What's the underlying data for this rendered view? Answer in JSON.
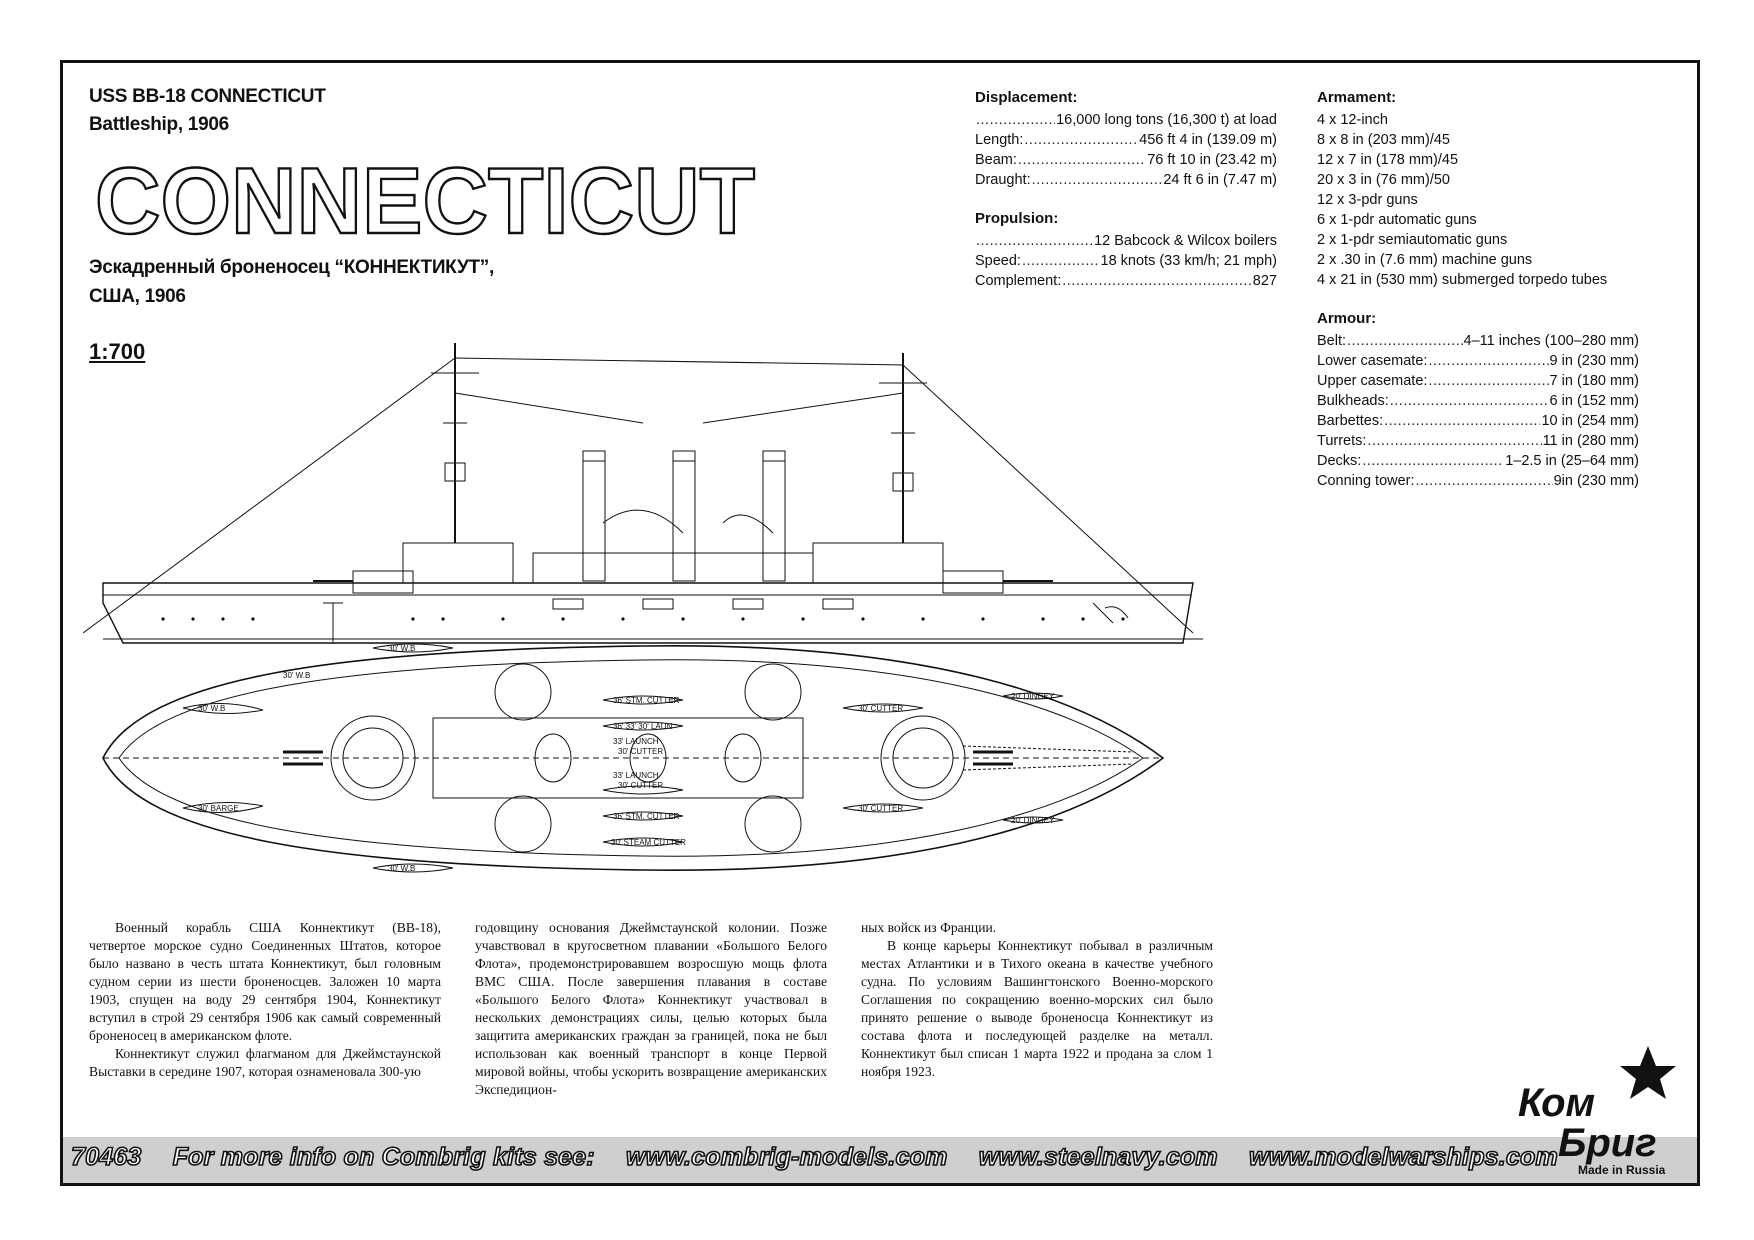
{
  "header": {
    "line1": "USS BB-18 CONNECTICUT",
    "line2": "Battleship, 1906",
    "big_name": "CONNECTICUT",
    "ru_line1": "Эскадренный броненосец “КОННЕКТИКУТ”,",
    "ru_line2": "США, 1906",
    "scale": "1:700"
  },
  "specs": {
    "displacement_h": "Displacement:",
    "displacement_rows": [
      {
        "label": "",
        "value": "16,000 long tons (16,300 t) at load"
      },
      {
        "label": "Length:",
        "value": "456 ft 4 in (139.09 m)"
      },
      {
        "label": "Beam:",
        "value": "76 ft 10 in (23.42 m)"
      },
      {
        "label": "Draught:",
        "value": "24 ft 6 in (7.47 m)"
      }
    ],
    "propulsion_h": "Propulsion:",
    "propulsion_rows": [
      {
        "label": "",
        "value": "12 Babcock & Wilcox boilers"
      },
      {
        "label": "Speed:",
        "value": "18 knots (33 km/h; 21 mph)"
      },
      {
        "label": "Complement:",
        "value": "827"
      }
    ],
    "armament_h": "Armament:",
    "armament": [
      "4 x 12-inch",
      "8 x 8 in (203 mm)/45",
      "12 x 7 in (178 mm)/45",
      "20 x 3 in (76 mm)/50",
      "12 x 3-pdr guns",
      "6 x 1-pdr automatic guns",
      "2 x 1-pdr semiautomatic guns",
      "2 x .30 in (7.6 mm) machine guns",
      "4 x 21 in (530 mm) submerged torpedo tubes"
    ],
    "armour_h": "Armour:",
    "armour_rows": [
      {
        "label": "Belt:",
        "value": "4–11 inches (100–280 mm)"
      },
      {
        "label": "Lower casemate:",
        "value": "9 in (230 mm)"
      },
      {
        "label": "Upper casemate:",
        "value": "7 in (180 mm)"
      },
      {
        "label": "Bulkheads:",
        "value": "6 in (152 mm)"
      },
      {
        "label": "Barbettes:",
        "value": "10 in (254 mm)"
      },
      {
        "label": "Turrets:",
        "value": "11 in (280 mm)"
      },
      {
        "label": "Decks:",
        "value": "1–2.5 in (25–64 mm)"
      },
      {
        "label": "Conning tower:",
        "value": "9in (230 mm)"
      }
    ]
  },
  "drawing_labels": {
    "boat1": "30' W.B",
    "boat2": "30' W.B",
    "boat3": "36' STM. CUTTER",
    "boat4": "36' 33' 30' LAUN",
    "boat5": "33' LAUNCH",
    "boat6": "30' CUTTER",
    "boat7": "33' LAUNCH",
    "boat8": "30' CUTTER",
    "boat9": "36' STM. CUTTER",
    "boat10": "30' STEAM CUTTER",
    "boat11": "30' CUTTER",
    "boat12": "30' CUTTER",
    "boat13": "20' DINGEY",
    "boat14": "20' DINGEY",
    "boat15": "30' BARGE",
    "boat16": "30' W.B",
    "boat17": "30' W.B"
  },
  "body_text": {
    "col1_p1": "Военный корабль США Коннектикут (BB-18), четвертое морское судно Соединенных Штатов, которое было названо в честь штата Коннектикут, был головным судном серии из шести броненосцев. Заложен 10 марта 1903, спущен на воду 29 сентября 1904, Коннектикут вступил в строй 29 сентября 1906 как самый современный броненосец в американском флоте.",
    "col1_p2": "Коннектикут служил флагманом для Джеймстаунской Выставки в середине 1907, которая ознаменовала 300-ую",
    "col2_p1": "годовщину основания Джеймстаунской колонии. Позже учавствовал в кругосветном плавании «Большого Белого Флота», продемонстрировавшем возросшую мощь флота ВМС США. После завершения плавания в составе «Большого Белого Флота» Коннектикут участвовал в нескольких демонстрациях силы, целью которых была защитита американских граждан за границей, пока не был использован как военный транспорт в конце Первой мировой войны, чтобы ускорить возвращение американских Экспедицион-",
    "col3_p1": "ных войск из Франции.",
    "col3_p2": "В конце карьеры Коннектикут побывал в различным местах Атлантики и в Тихого океана в качестве учебного судна. По условиям Вашингтонского Военно-морского Соглашения по сокращению военно-морских сил было принято решение о выводе броненосца Коннектикут из состава флота и последующей разделке на металл. Коннектикут был списан 1 марта 1922 и продана за слом 1 ноября 1923."
  },
  "footer": {
    "code": "70463",
    "info": "For more info on Combrig kits see:",
    "site1": "www.combrig-models.com",
    "site2": "www.steelnavy.com",
    "site3": "www.modelwarships.com"
  },
  "logo": {
    "line1": "Ком",
    "line2": "Бриг",
    "tagline": "Made in Russia"
  }
}
